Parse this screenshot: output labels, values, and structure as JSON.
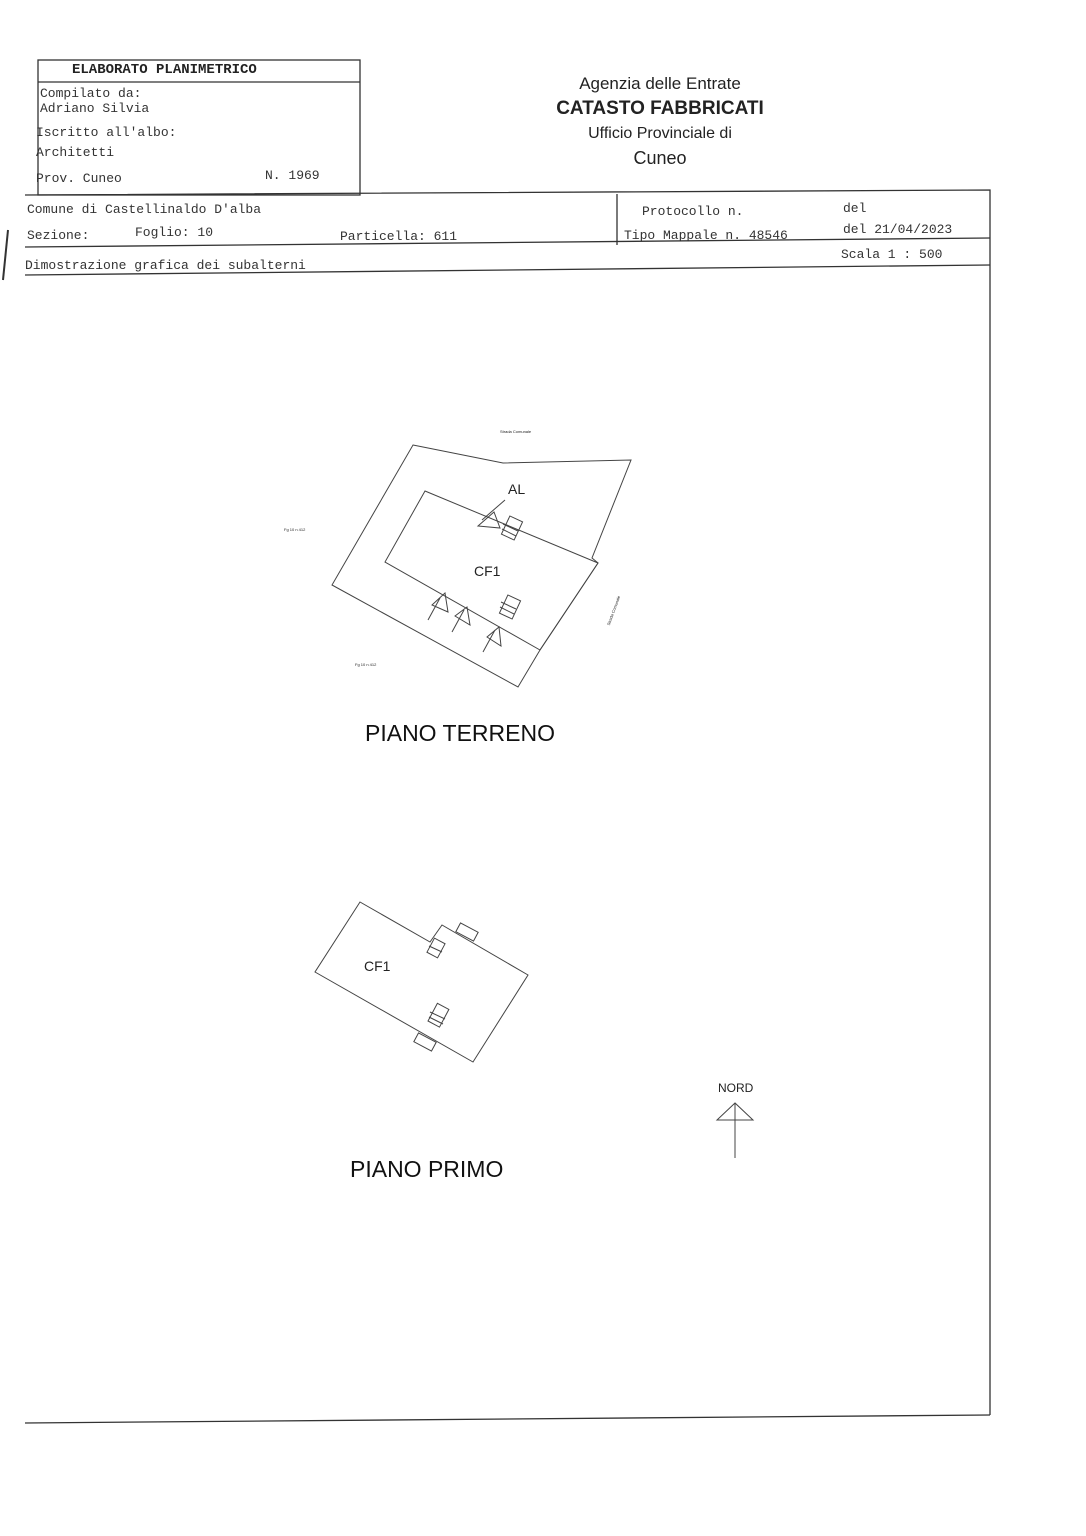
{
  "header_box": {
    "title": "ELABORATO PLANIMETRICO",
    "compiled_by_label": "Compilato da:",
    "compiled_by": "Adriano Silvia",
    "register_label": "Iscritto all'albo:",
    "register": "Architetti",
    "province": "Prov. Cuneo",
    "number": "N. 1969"
  },
  "agency": {
    "line1": "Agenzia delle Entrate",
    "line2": "CATASTO FABBRICATI",
    "line3": "Ufficio Provinciale di",
    "line4": "Cuneo"
  },
  "info": {
    "comune": "Comune di Castellinaldo D'alba",
    "sezione": "Sezione:",
    "foglio": "Foglio: 10",
    "particella": "Particella: 611",
    "protocollo": "Protocollo n.",
    "protocollo_del": "del",
    "tipo_mappale": "Tipo Mappale n. 48546",
    "tipo_mappale_del": "del 21/04/2023",
    "description": "Dimostrazione grafica dei subalterni",
    "scale": "Scala 1 : 500"
  },
  "plan_ground": {
    "title": "PIANO TERRENO",
    "label_al": "AL",
    "label_cf1": "CF1",
    "road_top": "Strada Comunale",
    "road_right": "Strada Comunale",
    "neighbor_left": "Fg 10 n 412",
    "neighbor_bottom": "Fg 10 n 412"
  },
  "plan_first": {
    "title": "PIANO PRIMO",
    "label_cf1": "CF1"
  },
  "north": {
    "label": "NORD"
  }
}
